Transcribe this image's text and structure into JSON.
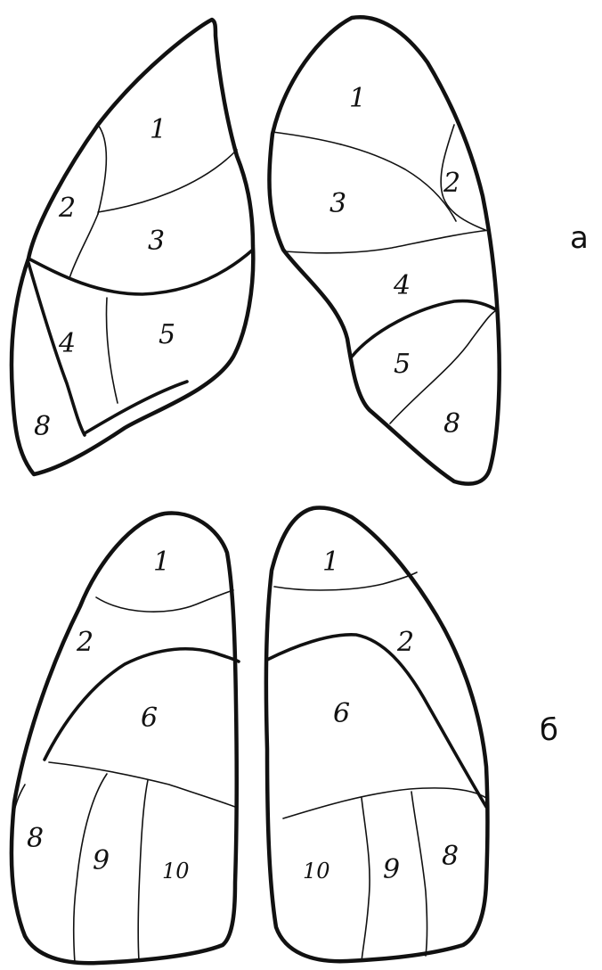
{
  "views": [
    {
      "letter": "а",
      "left_lung_labels": [
        "1",
        "2",
        "3",
        "4",
        "5",
        "8"
      ],
      "right_lung_labels": [
        "1",
        "2",
        "3",
        "4",
        "5",
        "8"
      ]
    },
    {
      "letter": "б",
      "left_lung_labels": [
        "1",
        "2",
        "6",
        "8",
        "9",
        "10"
      ],
      "right_lung_labels": [
        "1",
        "2",
        "6",
        "10",
        "9",
        "8"
      ]
    }
  ]
}
